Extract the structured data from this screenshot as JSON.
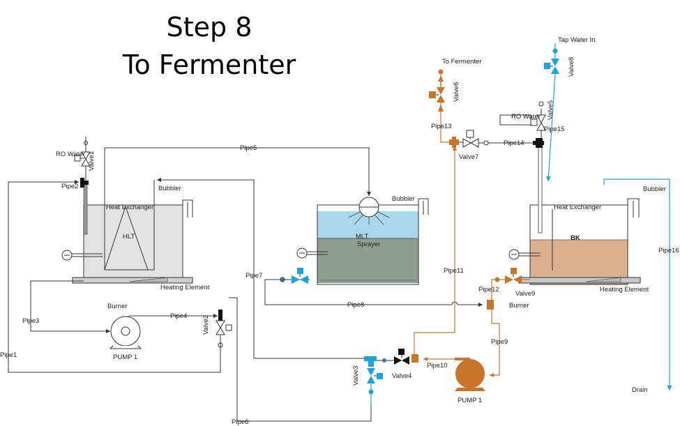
{
  "title": {
    "line1": "Step 8",
    "line2": "To Fermenter"
  },
  "colors": {
    "line": "#333333",
    "active": "#c8742a",
    "water": "#1aa3de",
    "tank_fill": "#e2e2e2",
    "mlt_water": "#a8d6ea",
    "mlt_mash": "#8a9a8a",
    "bk_wort": "#dcb08e",
    "valve_blue": "#1aa3de",
    "valve_orange": "#c8742a"
  },
  "tanks": {
    "hlt": "HLT",
    "mlt": "MLT",
    "bk": "BK",
    "sprayer": "Sprayer"
  },
  "labels": {
    "ro_water": "RO Water",
    "ro_water_2": "RO Water",
    "heat_exchanger": "Heat Exchanger",
    "heat_exchanger_2": "Heat Exchanger",
    "bubbler": "Bubbler",
    "bubbler_2": "Bubbler",
    "bubbler_3": "Bubbler",
    "heating_element": "Heating Element",
    "heating_element_2": "Heating Element",
    "burner": "Burner",
    "burner_2": "Burner",
    "pump1": "PUMP 1",
    "pump1_2": "PUMP 1",
    "to_fermenter": "To Fermenter",
    "tap_water_in": "Tap Water In",
    "drain": "Drain"
  },
  "pipes": {
    "pipe1": "Pipe1",
    "pipe2": "Pipe2",
    "pipe3": "Pipe3",
    "pipe4": "Pipe4",
    "pipe5": "Pipe5",
    "pipe6": "Pipe6",
    "pipe7": "Pipe7",
    "pipe8": "Pipe8",
    "pipe9": "Pipe9",
    "pipe10": "Pipe10",
    "pipe11": "Pipe11",
    "pipe12": "Pipe12",
    "pipe13": "Pipe13",
    "pipe14": "Pipe14",
    "pipe15": "Pipe15",
    "pipe16": "Pipe16"
  },
  "valves": {
    "valve1": "Valve1",
    "valve2": "Valve2",
    "valve3": "Valve3",
    "valve4": "Valve4",
    "valve5": "Valve5",
    "valve6": "Valve6",
    "valve7": "Valve7",
    "valve8": "Valve8",
    "valve9": "Valve9"
  }
}
